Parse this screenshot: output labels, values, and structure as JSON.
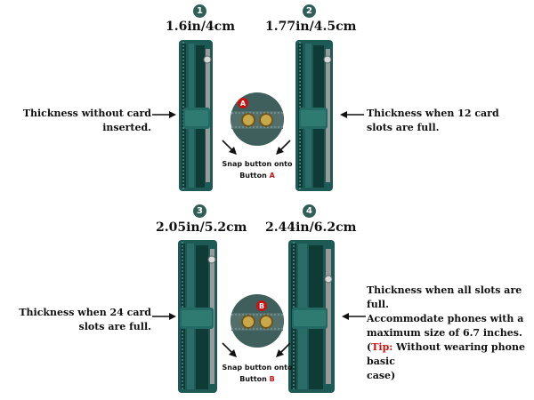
{
  "colors": {
    "leather": "#1d5a55",
    "leather_dark": "#0f3b37",
    "stitch": "#7fb0a6",
    "zipper": "#9a9a9a",
    "badge": "#2f5f56",
    "accent_red": "#cc1111",
    "button_brass": "#c9a84a"
  },
  "panels": [
    {
      "number": "1",
      "measure": "1.6in/4cm",
      "desc_lines": [
        "Thickness without card",
        "inserted."
      ]
    },
    {
      "number": "2",
      "measure": "1.77in/4.5cm",
      "desc_lines": [
        "Thickness when 12 card",
        "slots are full."
      ]
    },
    {
      "number": "3",
      "measure": "2.05in/5.2cm",
      "desc_lines": [
        "Thickness when 24 card",
        "slots are full."
      ]
    },
    {
      "number": "4",
      "measure": "2.44in/6.2cm",
      "desc_lines": [
        "Thickness when all slots are full.",
        "Accommodate phones with a",
        "maximum size of 6.7 inches."
      ],
      "tip_label": "Tip:",
      "tip_text": " Without wearing phone basic",
      "tip_text2": " case)",
      "tip_open": "("
    }
  ],
  "snaps": [
    {
      "letter": "A",
      "line1": "Snap button onto",
      "line2": "Button ",
      "icon": "snap-button-closeup-icon"
    },
    {
      "letter": "B",
      "line1": "Snap button onto",
      "line2": "Button ",
      "icon": "snap-button-closeup-icon"
    }
  ]
}
